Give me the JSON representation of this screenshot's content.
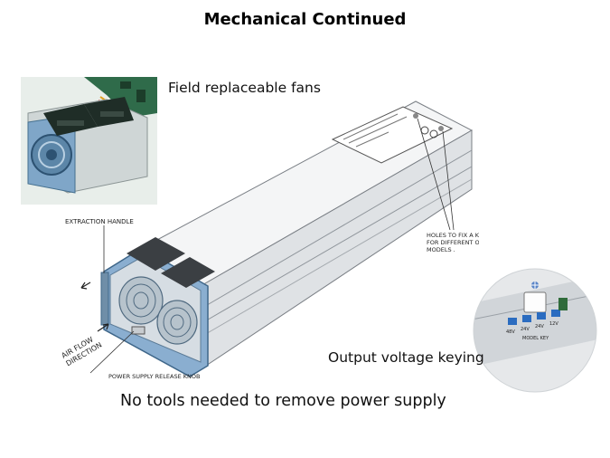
{
  "slide": {
    "title": "Mechanical Continued",
    "caption_fans": "Field replaceable fans",
    "caption_keying": "Output voltage keying",
    "caption_tools": "No tools needed to remove power supply"
  },
  "diagram": {
    "label_extraction": "EXTRACTION HANDLE",
    "label_holes_1": "HOLES TO FIX A KEY",
    "label_holes_2": "FOR DIFFERENT OUTPUT",
    "label_holes_3": "MODELS .",
    "label_airflow_1": "AIR FLOW",
    "label_airflow_2": "DIRECTION",
    "label_release": "POWER SUPPLY RELEASE KNOB"
  },
  "keying_photo": {
    "label_model_key": "MODEL KEY",
    "voltages": [
      "48V",
      "24V",
      "24V",
      "12V"
    ]
  },
  "colors": {
    "fan_blue": "#7fa6c8",
    "chassis": "#d9dbdd",
    "background": "#ffffff"
  }
}
